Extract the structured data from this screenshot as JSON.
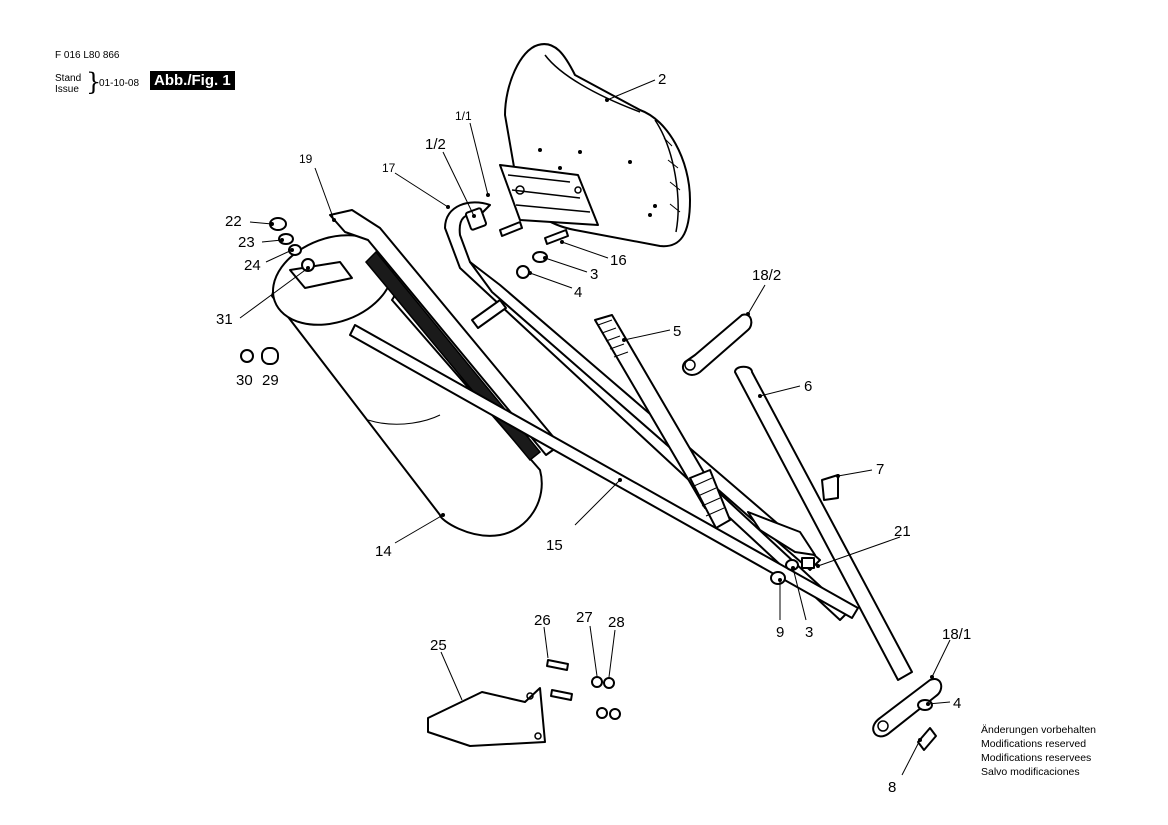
{
  "header": {
    "doc_number": "F 016 L80 866",
    "stand": "Stand",
    "issue": "Issue",
    "brace": "}",
    "date": "01-10-08",
    "figure": "Abb./Fig. 1"
  },
  "notes": [
    "Änderungen vorbehalten",
    "Modifications reserved",
    "Modifications reservees",
    "Salvo modificaciones"
  ],
  "part_labels": {
    "p1_1": "1/1",
    "p1_2": "1/2",
    "p2": "2",
    "p3a": "3",
    "p3b": "3",
    "p4a": "4",
    "p4b": "4",
    "p5": "5",
    "p6": "6",
    "p7": "7",
    "p8": "8",
    "p9": "9",
    "p14": "14",
    "p15": "15",
    "p16": "16",
    "p17": "17",
    "p18_1": "18/1",
    "p18_2": "18/2",
    "p19": "19",
    "p21": "21",
    "p22": "22",
    "p23": "23",
    "p24": "24",
    "p25": "25",
    "p26": "26",
    "p27": "27",
    "p28": "28",
    "p29": "29",
    "p30": "30",
    "p31": "31"
  }
}
